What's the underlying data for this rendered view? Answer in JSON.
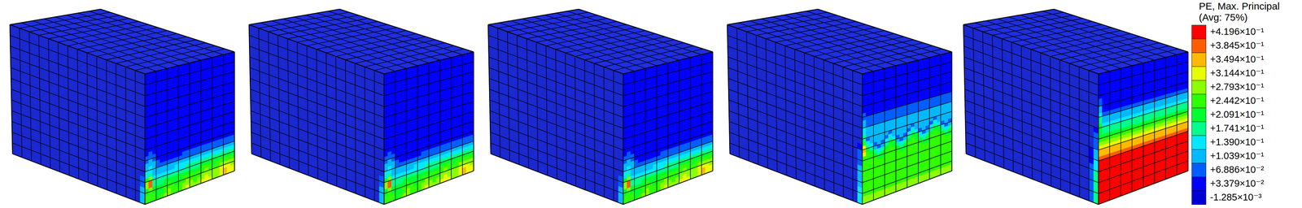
{
  "diagram": {
    "labels": [
      "PE, Max. Principal",
      "(Avg: 75%)"
    ],
    "legend": [
      {
        "text": "+4.196×10⁻¹",
        "color": "#ff0000"
      },
      {
        "text": "+3.845×10⁻¹",
        "color": "#ff5d00"
      },
      {
        "text": "+3.494×10⁻¹",
        "color": "#ffb900"
      },
      {
        "text": "+3.144×10⁻¹",
        "color": "#e8ff00"
      },
      {
        "text": "+2.793×10⁻¹",
        "color": "#8bff00"
      },
      {
        "text": "+2.442×10⁻¹",
        "color": "#2eff00"
      },
      {
        "text": "+2.091×10⁻¹",
        "color": "#00ff2e"
      },
      {
        "text": "+1.741×10⁻¹",
        "color": "#00ff8b"
      },
      {
        "text": "+1.390×10⁻¹",
        "color": "#00e8ff"
      },
      {
        "text": "+1.039×10⁻¹",
        "color": "#00b9ff"
      },
      {
        "text": "+6.886×10⁻²",
        "color": "#005dff"
      },
      {
        "text": "+3.379×10⁻²",
        "color": "#0000ff"
      },
      {
        "text": "-1.285×10⁻³",
        "color": "#0000d0"
      }
    ]
  }
}
